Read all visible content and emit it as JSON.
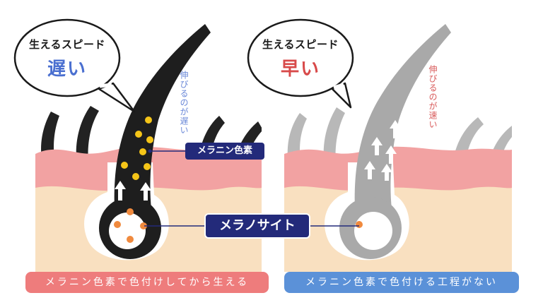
{
  "left_panel": {
    "bubble_title": "生えるスピード",
    "bubble_value": "遅い",
    "growth_note": "伸びるのが遅い",
    "caption": "メラニン色素で色付けしてから生える"
  },
  "right_panel": {
    "bubble_title": "生えるスピード",
    "bubble_value": "早い",
    "growth_note": "伸びるのが速い",
    "caption": "メラニン色素で色付ける工程がない"
  },
  "labels": {
    "melanin": "メラニン色素",
    "melanocyte": "メラノサイト"
  },
  "colors": {
    "slow_blue": "#4a6fd0",
    "fast_red": "#d84a4a",
    "label_navy": "#232a7a",
    "caption_pink": "#ee7c7c",
    "caption_blue": "#5b91d8",
    "skin_pink": "#f2a2a2",
    "skin_beige": "#f9e0c0",
    "melanin_yellow": "#f5c518",
    "melanocyte_orange": "#f08a3e"
  }
}
